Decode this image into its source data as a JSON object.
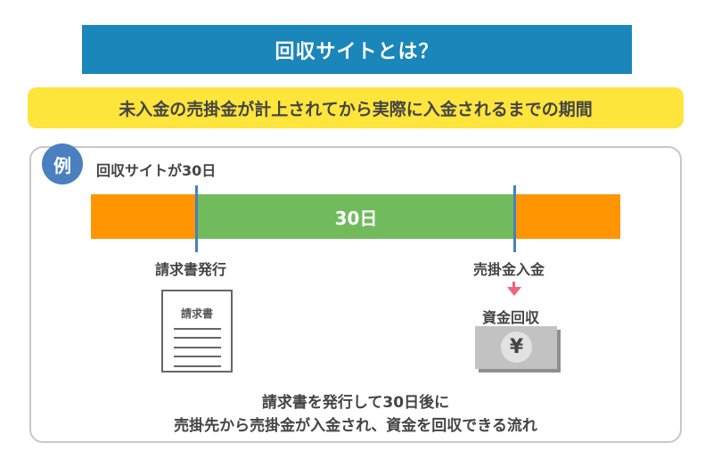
{
  "header": {
    "title": "回収サイトとは？",
    "definition": "未入金の売掛金が計上されてから実際に入金されるまでの期間"
  },
  "example": {
    "badge": "例",
    "label": "回収サイトが30日",
    "timeline": {
      "period_label": "30日",
      "start_event": "請求書発行",
      "end_event": "売掛金入金"
    },
    "invoice_icon": {
      "title": "請求書",
      "line_count": 5
    },
    "collection": {
      "label": "資金回収",
      "currency_symbol": "¥"
    },
    "summary_lines": [
      "請求書を発行して30日後に",
      "売掛先から売掛金が入金され、資金を回収できる流れ"
    ]
  },
  "colors": {
    "title_bg": "#1a86b9",
    "definition_bg": "#fde53c",
    "badge_bg": "#4a7fc0",
    "bar_outside": "#ff9500",
    "bar_period": "#71bb5c",
    "marker": "#4a7fc0",
    "arrow": "#f0657a"
  }
}
